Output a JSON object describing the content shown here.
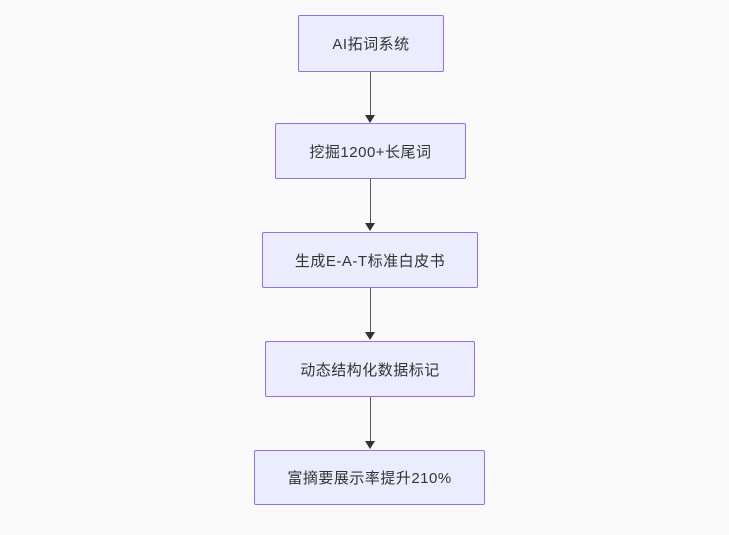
{
  "diagram": {
    "type": "flowchart",
    "direction": "top-down",
    "nodes": [
      {
        "label": "AI拓词系统"
      },
      {
        "label": "挖掘1200+长尾词"
      },
      {
        "label": "生成E-A-T标准白皮书"
      },
      {
        "label": "动态结构化数据标记"
      },
      {
        "label": "富摘要展示率提升210%"
      }
    ],
    "edges": [
      {
        "from": 0,
        "to": 1
      },
      {
        "from": 1,
        "to": 2
      },
      {
        "from": 2,
        "to": 3
      },
      {
        "from": 3,
        "to": 4
      }
    ],
    "colors": {
      "background": "#fafafa",
      "node_fill": "#ececff",
      "node_border": "#9370db",
      "text": "#333333",
      "edge_line": "#5b5b5b",
      "arrowhead": "#333333"
    }
  }
}
